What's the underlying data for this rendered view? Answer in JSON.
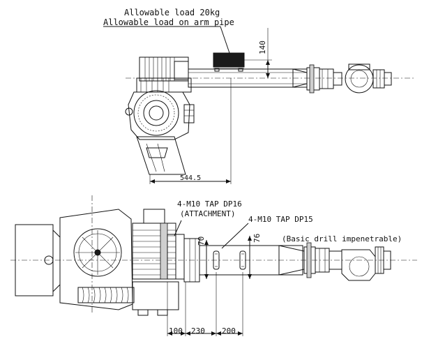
{
  "labels": {
    "load_1": "Allowable load 20kg",
    "load_2": "Allowable load on arm pipe",
    "dim_140": "140",
    "dim_544": "544.5",
    "tap1_a": "4-M10 TAP DP16",
    "tap1_b": "(ATTACHMENT)",
    "tap2": "4-M10 TAP DP15",
    "dim_70": "70",
    "dim_76": "76",
    "note": "(Basic drill impenetrable)",
    "dim_100": "100",
    "dim_230": "230",
    "dim_200": "200"
  }
}
